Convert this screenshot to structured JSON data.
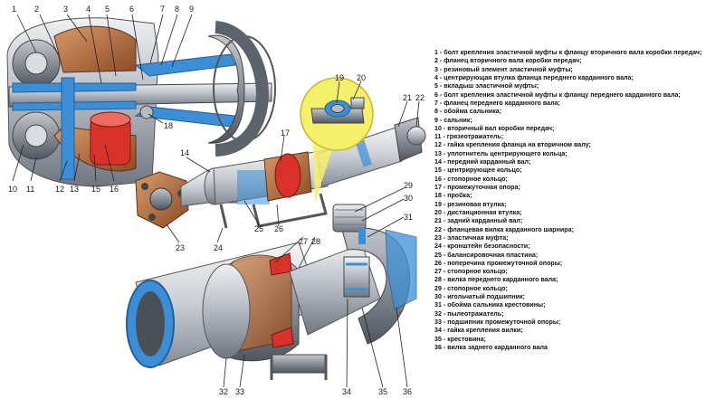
{
  "callouts": [
    "1",
    "2",
    "3",
    "4",
    "5",
    "6",
    "7",
    "8",
    "9",
    "10",
    "11",
    "12",
    "13",
    "15",
    "16",
    "18",
    "14",
    "17",
    "19",
    "20",
    "21",
    "22",
    "23",
    "24",
    "25",
    "26",
    "29",
    "30",
    "31",
    "27",
    "28",
    "32",
    "33",
    "34",
    "35",
    "36"
  ],
  "legend": [
    "1 - болт крепления эластичной муфты к фланцу вторичного вала коробки передач;",
    "2 - фланец вторичного вала коробки передач;",
    "3 - резиновый элемент эластичной муфты;",
    "4 - центрирующая втулка фланца переднего карданного вала;",
    "5 - вкладыш эластичной муфты;",
    "6 - болт крепления эластичной муфты к фланцу переднего карданного вала;",
    "7 - фланец переднего карданного вала;",
    "8 - обойма сальника;",
    "9 - сальник;",
    "10 - вторичный вал коробки передач;",
    "11 - грязеотражатель;",
    "12 - гайка крепления фланца на вторичном валу;",
    "13 - уплотнитель центрирующего кольца;",
    "14 - передний карданный вал;",
    "15 - центрирующее кольцо;",
    "16 - стопорное кольцо;",
    "17 - промежуточная опора;",
    "18 - пробка;",
    "19 - резиновая втулка;",
    "20 - дистанционная втулка;",
    "21 - задний карданный вал;",
    "22 - фланцевая вилка карданного шарнира;",
    "23 - эластичная муфта;",
    "24 - кронштейн безопасности;",
    "25 - балансировочная пластина;",
    "26 - поперечина промежуточной опоры;",
    "27 - стопорное кольцо;",
    "28 - вилка переднего карданного вала;",
    "29 - стопорное кольцо;",
    "30 - игольчатый подшипник;",
    "31 - обойма сальника крестовины;",
    "32 - пылеотражатель;",
    "33 - подшипник промежуточной опоры;",
    "34 - гайка крепления вилки;",
    "35 - крестовина;",
    "36 - вилка заднего карданного вала"
  ]
}
